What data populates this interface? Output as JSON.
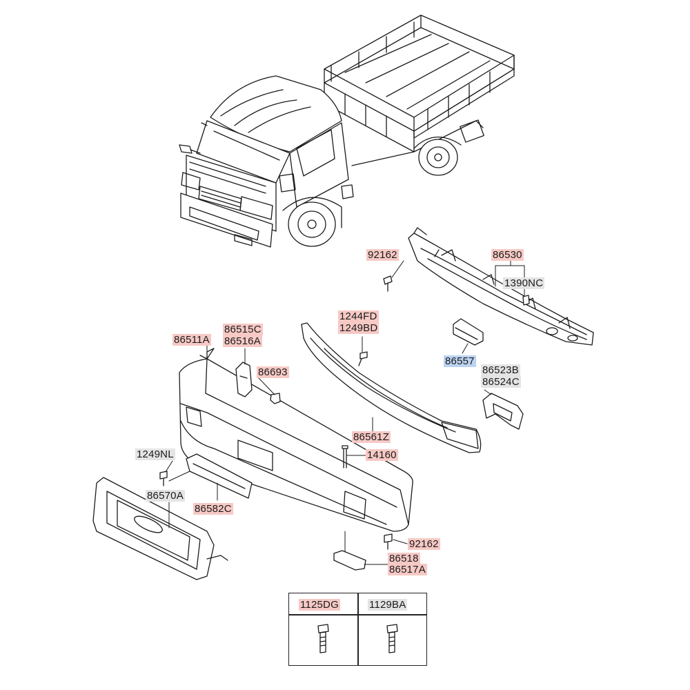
{
  "labels": {
    "p92162_top": "92162",
    "p86530": "86530",
    "p1390NC": "1390NC",
    "p1244FD": "1244FD",
    "p1249BD": "1249BD",
    "p86515C": "86515C",
    "p86516A": "86516A",
    "p86511A": "86511A",
    "p86693": "86693",
    "p86557": "86557",
    "p86523B": "86523B",
    "p86524C": "86524C",
    "p86561Z": "86561Z",
    "p1249NL": "1249NL",
    "p14160": "14160",
    "p86570A": "86570A",
    "p86582C": "86582C",
    "p92162_bot": "92162",
    "p86518": "86518",
    "p86517A": "86517A"
  },
  "legend": {
    "left_code": "1125DG",
    "right_code": "1129BA"
  },
  "colors": {
    "highlight_red": "#f6c9c5",
    "highlight_gray": "#e4e4e4",
    "highlight_blue": "#bcd3f0",
    "line": "#1a1a1a"
  }
}
